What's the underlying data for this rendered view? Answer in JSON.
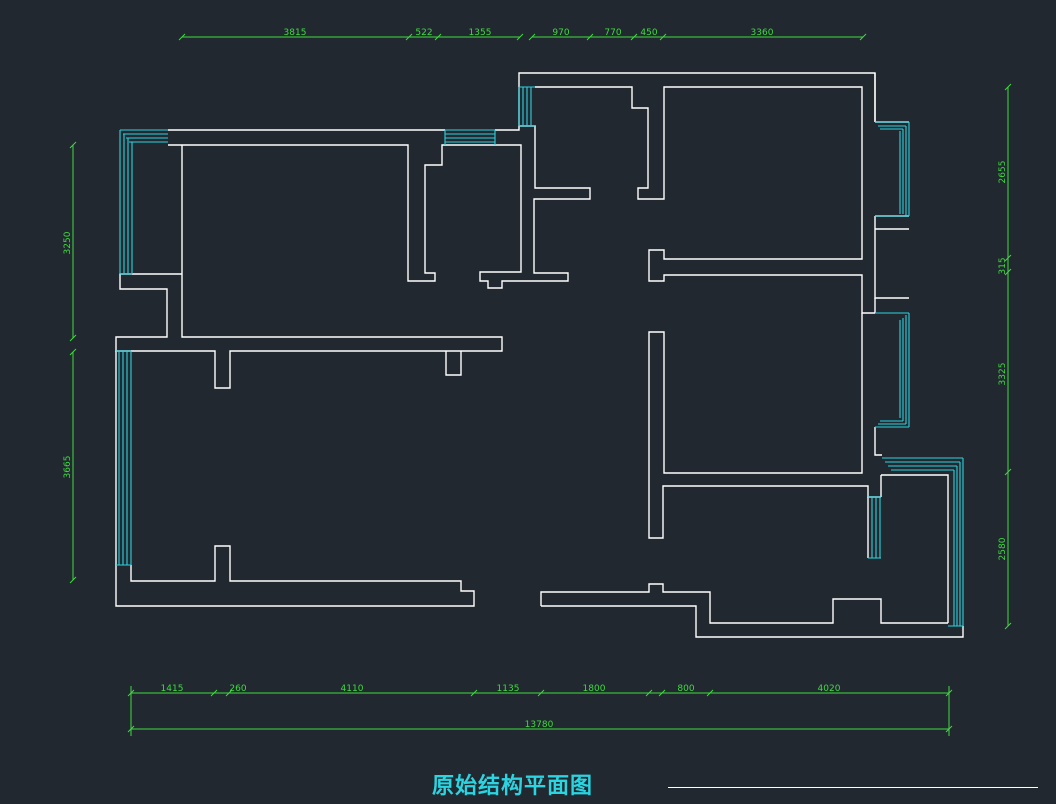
{
  "title": "原始结构平面图",
  "colors": {
    "background": "#212830",
    "walls": "#ffffff",
    "windows": "#2ad4e0",
    "dimensions": "#3ddc3d"
  },
  "dimensions": {
    "top": [
      "3815",
      "522",
      "1355",
      "970",
      "770",
      "450",
      "3360"
    ],
    "left": [
      "3250",
      "3665"
    ],
    "right": [
      "2655",
      "315",
      "3325",
      "2580"
    ],
    "bottom": [
      "1415",
      "260",
      "4110",
      "1135",
      "1800",
      "800",
      "4020"
    ],
    "bottom_total": "13780"
  }
}
